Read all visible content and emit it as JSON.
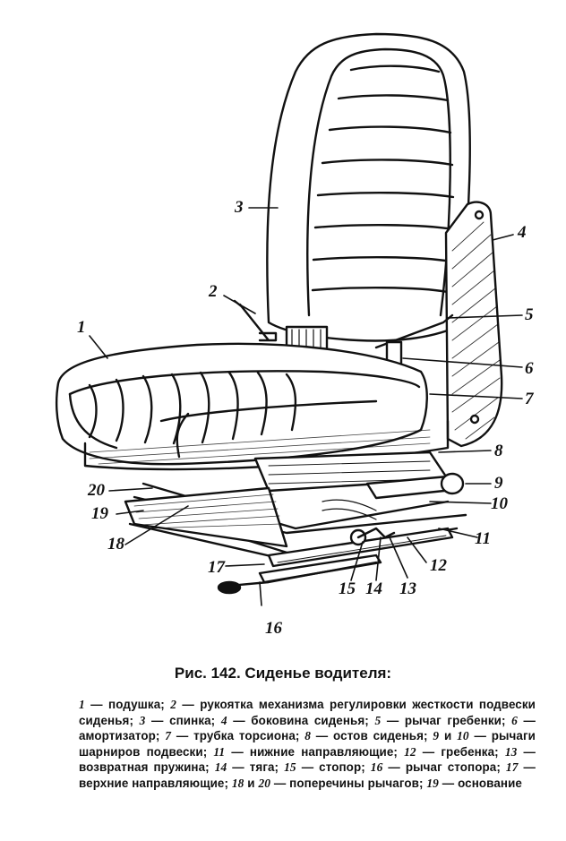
{
  "figure": {
    "callouts": [
      {
        "id": "1",
        "text": "1"
      },
      {
        "id": "2",
        "text": "2"
      },
      {
        "id": "3",
        "text": "3"
      },
      {
        "id": "4",
        "text": "4"
      },
      {
        "id": "5",
        "text": "5"
      },
      {
        "id": "6",
        "text": "6"
      },
      {
        "id": "7",
        "text": "7"
      },
      {
        "id": "8",
        "text": "8"
      },
      {
        "id": "9",
        "text": "9"
      },
      {
        "id": "10",
        "text": "10"
      },
      {
        "id": "11",
        "text": "11"
      },
      {
        "id": "12",
        "text": "12"
      },
      {
        "id": "13",
        "text": "13"
      },
      {
        "id": "14",
        "text": "14"
      },
      {
        "id": "15",
        "text": "15"
      },
      {
        "id": "16",
        "text": "16"
      },
      {
        "id": "17",
        "text": "17"
      },
      {
        "id": "18",
        "text": "18"
      },
      {
        "id": "19",
        "text": "19"
      },
      {
        "id": "20",
        "text": "20"
      }
    ]
  },
  "caption": {
    "label": "Рис. 142.",
    "title": "Сиденье водителя:"
  },
  "legend": [
    {
      "num": "1",
      "text": "— подушка; "
    },
    {
      "num": "2",
      "text": "— рукоятка механизма регулировки жесткости подвески сиденья; "
    },
    {
      "num": "3",
      "text": "— спинка; "
    },
    {
      "num": "4",
      "text": "— боковина сиденья; "
    },
    {
      "num": "5",
      "text": "— рычаг гребенки; "
    },
    {
      "num": "6",
      "text": "— амортизатор; "
    },
    {
      "num": "7",
      "text": "— трубка торсиона; "
    },
    {
      "num": "8",
      "text": "— остов сиденья; "
    },
    {
      "num": "9",
      "text": " и "
    },
    {
      "num": "10",
      "text": "— рычаги шарниров подвески; "
    },
    {
      "num": "11",
      "text": "— нижние направляющие; "
    },
    {
      "num": "12",
      "text": "— гребенка; "
    },
    {
      "num": "13",
      "text": "— возвратная пружина; "
    },
    {
      "num": "14",
      "text": "— тяга; "
    },
    {
      "num": "15",
      "text": "— стопор; "
    },
    {
      "num": "16",
      "text": "— рычаг стопора; "
    },
    {
      "num": "17",
      "text": "— верхние направляющие; "
    },
    {
      "num": "18",
      "text": " и "
    },
    {
      "num": "20",
      "text": "— поперечины рычагов; "
    },
    {
      "num": "19",
      "text": "— основание"
    }
  ]
}
